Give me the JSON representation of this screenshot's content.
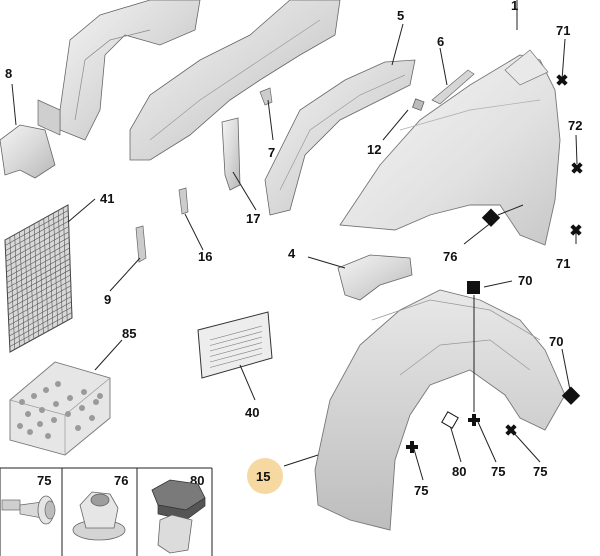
{
  "diagram": {
    "callouts": [
      {
        "id": "c5",
        "text": "5"
      },
      {
        "id": "c6",
        "text": "6"
      },
      {
        "id": "c1",
        "text": "1"
      },
      {
        "id": "c71a",
        "text": "71"
      },
      {
        "id": "c8",
        "text": "8"
      },
      {
        "id": "c72",
        "text": "72"
      },
      {
        "id": "c12",
        "text": "12"
      },
      {
        "id": "c7",
        "text": "7"
      },
      {
        "id": "c41",
        "text": "41"
      },
      {
        "id": "c17",
        "text": "17"
      },
      {
        "id": "c16",
        "text": "16"
      },
      {
        "id": "c76a",
        "text": "76"
      },
      {
        "id": "c71b",
        "text": "71"
      },
      {
        "id": "c4",
        "text": "4"
      },
      {
        "id": "c9",
        "text": "9"
      },
      {
        "id": "c70a",
        "text": "70"
      },
      {
        "id": "c85",
        "text": "85"
      },
      {
        "id": "c70b",
        "text": "70"
      },
      {
        "id": "c40",
        "text": "40"
      },
      {
        "id": "c15",
        "text": "15"
      },
      {
        "id": "c80a",
        "text": "80"
      },
      {
        "id": "c75a",
        "text": "75"
      },
      {
        "id": "c75b",
        "text": "75"
      },
      {
        "id": "c75c",
        "text": "75"
      }
    ],
    "legend": [
      {
        "text": "75",
        "icon": "bolt-icon"
      },
      {
        "text": "76",
        "icon": "nut-icon"
      },
      {
        "text": "80",
        "icon": "clip-icon"
      }
    ],
    "highlight_color": "#f5d9a0",
    "symbol_color": "#111111"
  }
}
